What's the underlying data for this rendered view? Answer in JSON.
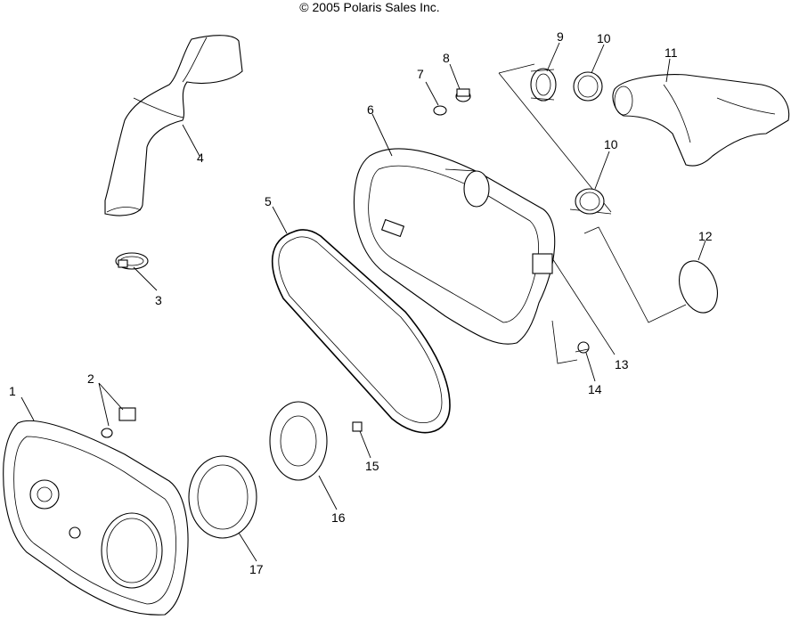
{
  "copyright": "© 2005 Polaris Sales Inc.",
  "callouts": {
    "p1": "1",
    "p2": "2",
    "p3": "3",
    "p4": "4",
    "p5": "5",
    "p6": "6",
    "p7": "7",
    "p8": "8",
    "p9": "9",
    "p10a": "10",
    "p10b": "10",
    "p11": "11",
    "p12": "12",
    "p13": "13",
    "p14": "14",
    "p15": "15",
    "p16": "16",
    "p17": "17"
  }
}
